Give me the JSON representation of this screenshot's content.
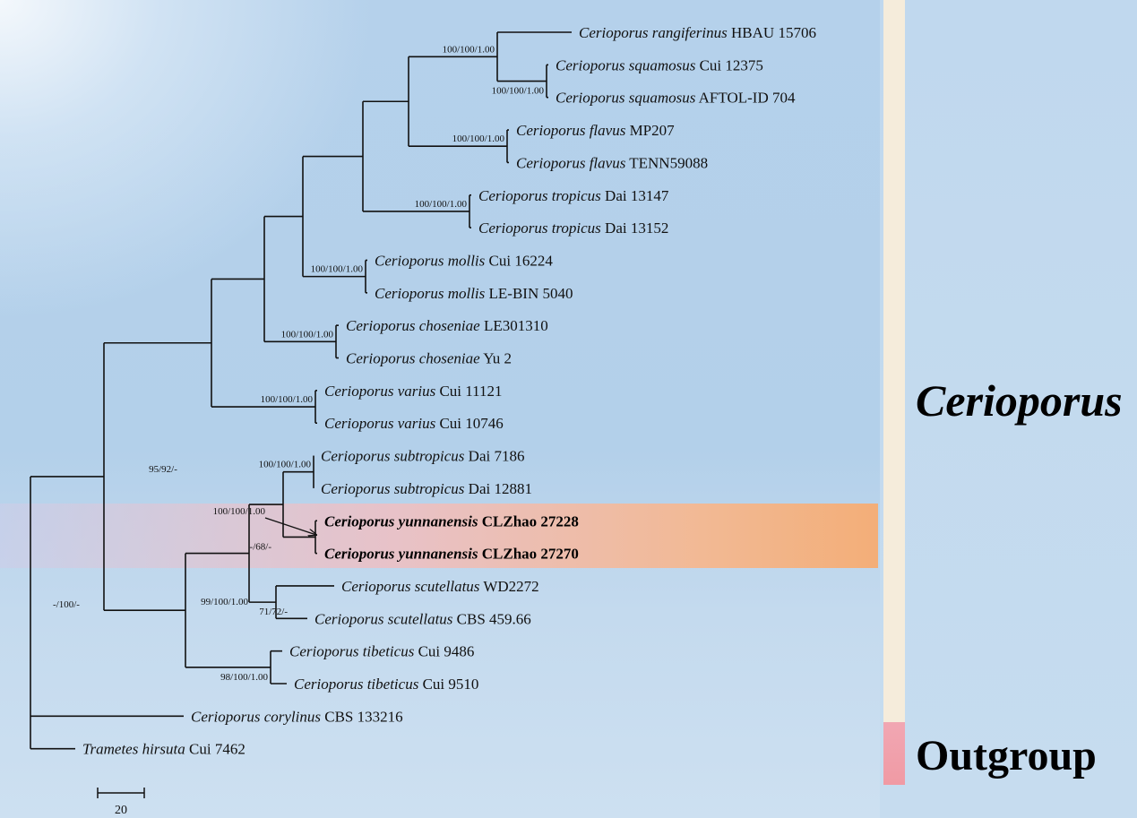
{
  "colors": {
    "background": "#b5d1eb",
    "highlight_band": "#f3ae78",
    "ingroup_bar": "#f5ecdb",
    "outgroup_bar": "#f09aa4",
    "branch": "#111111"
  },
  "groups": {
    "ingroup_label": "Cerioporus",
    "outgroup_label": "Outgroup"
  },
  "scale_bar": {
    "label": "20"
  },
  "tree": {
    "id": "root",
    "support": "-/100/-",
    "children": [
      {
        "id": "c1",
        "support": "95/92/-",
        "children": [
          {
            "id": "c2",
            "support": "",
            "children": [
              {
                "id": "c3",
                "support": "",
                "children": [
                  {
                    "id": "c4",
                    "support": "",
                    "children": [
                      {
                        "id": "c5",
                        "support": "",
                        "children": [
                          {
                            "id": "c6",
                            "support": "",
                            "children": [
                              {
                                "id": "c7",
                                "support": "100/100/1.00",
                                "children": [
                                  {
                                    "id": "t1",
                                    "genus": "Cerioporus",
                                    "species": "rangiferinus",
                                    "strain": "HBAU 15706"
                                  },
                                  {
                                    "id": "c8",
                                    "support": "100/100/1.00",
                                    "children": [
                                      {
                                        "id": "t2",
                                        "genus": "Cerioporus",
                                        "species": "squamosus",
                                        "strain": "Cui 12375"
                                      },
                                      {
                                        "id": "t3",
                                        "genus": "Cerioporus",
                                        "species": "squamosus",
                                        "strain": "AFTOL-ID 704"
                                      }
                                    ]
                                  }
                                ]
                              },
                              {
                                "id": "c9",
                                "support": "100/100/1.00",
                                "children": [
                                  {
                                    "id": "t4",
                                    "genus": "Cerioporus",
                                    "species": "flavus",
                                    "strain": "MP207"
                                  },
                                  {
                                    "id": "t5",
                                    "genus": "Cerioporus",
                                    "species": "flavus",
                                    "strain": "TENN59088"
                                  }
                                ]
                              }
                            ]
                          },
                          {
                            "id": "c10",
                            "support": "100/100/1.00",
                            "children": [
                              {
                                "id": "t6",
                                "genus": "Cerioporus",
                                "species": "tropicus",
                                "strain": "Dai 13147"
                              },
                              {
                                "id": "t7",
                                "genus": "Cerioporus",
                                "species": "tropicus",
                                "strain": "Dai 13152"
                              }
                            ]
                          }
                        ]
                      },
                      {
                        "id": "c11",
                        "support": "100/100/1.00",
                        "children": [
                          {
                            "id": "t8",
                            "genus": "Cerioporus",
                            "species": "mollis",
                            "strain": "Cui 16224"
                          },
                          {
                            "id": "t9",
                            "genus": "Cerioporus",
                            "species": "mollis",
                            "strain": "LE-BIN 5040"
                          }
                        ]
                      }
                    ]
                  },
                  {
                    "id": "c12",
                    "support": "100/100/1.00",
                    "children": [
                      {
                        "id": "t10",
                        "genus": "Cerioporus",
                        "species": "choseniae",
                        "strain": "LE301310"
                      },
                      {
                        "id": "t11",
                        "genus": "Cerioporus",
                        "species": "choseniae",
                        "strain": "Yu 2"
                      }
                    ]
                  }
                ]
              },
              {
                "id": "c13",
                "support": "100/100/1.00",
                "children": [
                  {
                    "id": "t12",
                    "genus": "Cerioporus",
                    "species": "varius",
                    "strain": "Cui 11121"
                  },
                  {
                    "id": "t13",
                    "genus": "Cerioporus",
                    "species": "varius",
                    "strain": "Cui 10746"
                  }
                ]
              }
            ]
          },
          {
            "id": "c14",
            "support": "99/100/1.00",
            "children": [
              {
                "id": "c15",
                "support": "-/68/-",
                "children": [
                  {
                    "id": "c16",
                    "support": "",
                    "children": [
                      {
                        "id": "c17",
                        "support": "100/100/1.00",
                        "children": [
                          {
                            "id": "t14",
                            "genus": "Cerioporus",
                            "species": "subtropicus",
                            "strain": "Dai 7186"
                          },
                          {
                            "id": "t15",
                            "genus": "Cerioporus",
                            "species": "subtropicus",
                            "strain": "Dai 12881"
                          }
                        ]
                      },
                      {
                        "id": "c18",
                        "support": "100/100/1.00",
                        "children": [
                          {
                            "id": "t16",
                            "genus": "Cerioporus",
                            "species": "yunnanensis",
                            "strain": "CLZhao 27228",
                            "highlight": true
                          },
                          {
                            "id": "t17",
                            "genus": "Cerioporus",
                            "species": "yunnanensis",
                            "strain": "CLZhao 27270",
                            "highlight": true
                          }
                        ]
                      }
                    ]
                  },
                  {
                    "id": "c19",
                    "support": "71/72/-",
                    "children": [
                      {
                        "id": "t18",
                        "genus": "Cerioporus",
                        "species": "scutellatus",
                        "strain": "WD2272"
                      },
                      {
                        "id": "t19",
                        "genus": "Cerioporus",
                        "species": "scutellatus",
                        "strain": "CBS 459.66"
                      }
                    ]
                  }
                ]
              },
              {
                "id": "c20",
                "support": "98/100/1.00",
                "children": [
                  {
                    "id": "t20",
                    "genus": "Cerioporus",
                    "species": "tibeticus",
                    "strain": "Cui 9486"
                  },
                  {
                    "id": "t21",
                    "genus": "Cerioporus",
                    "species": "tibeticus",
                    "strain": "Cui 9510"
                  }
                ]
              }
            ]
          }
        ]
      },
      {
        "id": "t22",
        "genus": "Cerioporus",
        "species": "corylinus",
        "strain": "CBS 133216"
      },
      {
        "id": "t23",
        "genus": "Trametes",
        "species": "hirsuta",
        "strain": "Cui 7462"
      }
    ]
  }
}
